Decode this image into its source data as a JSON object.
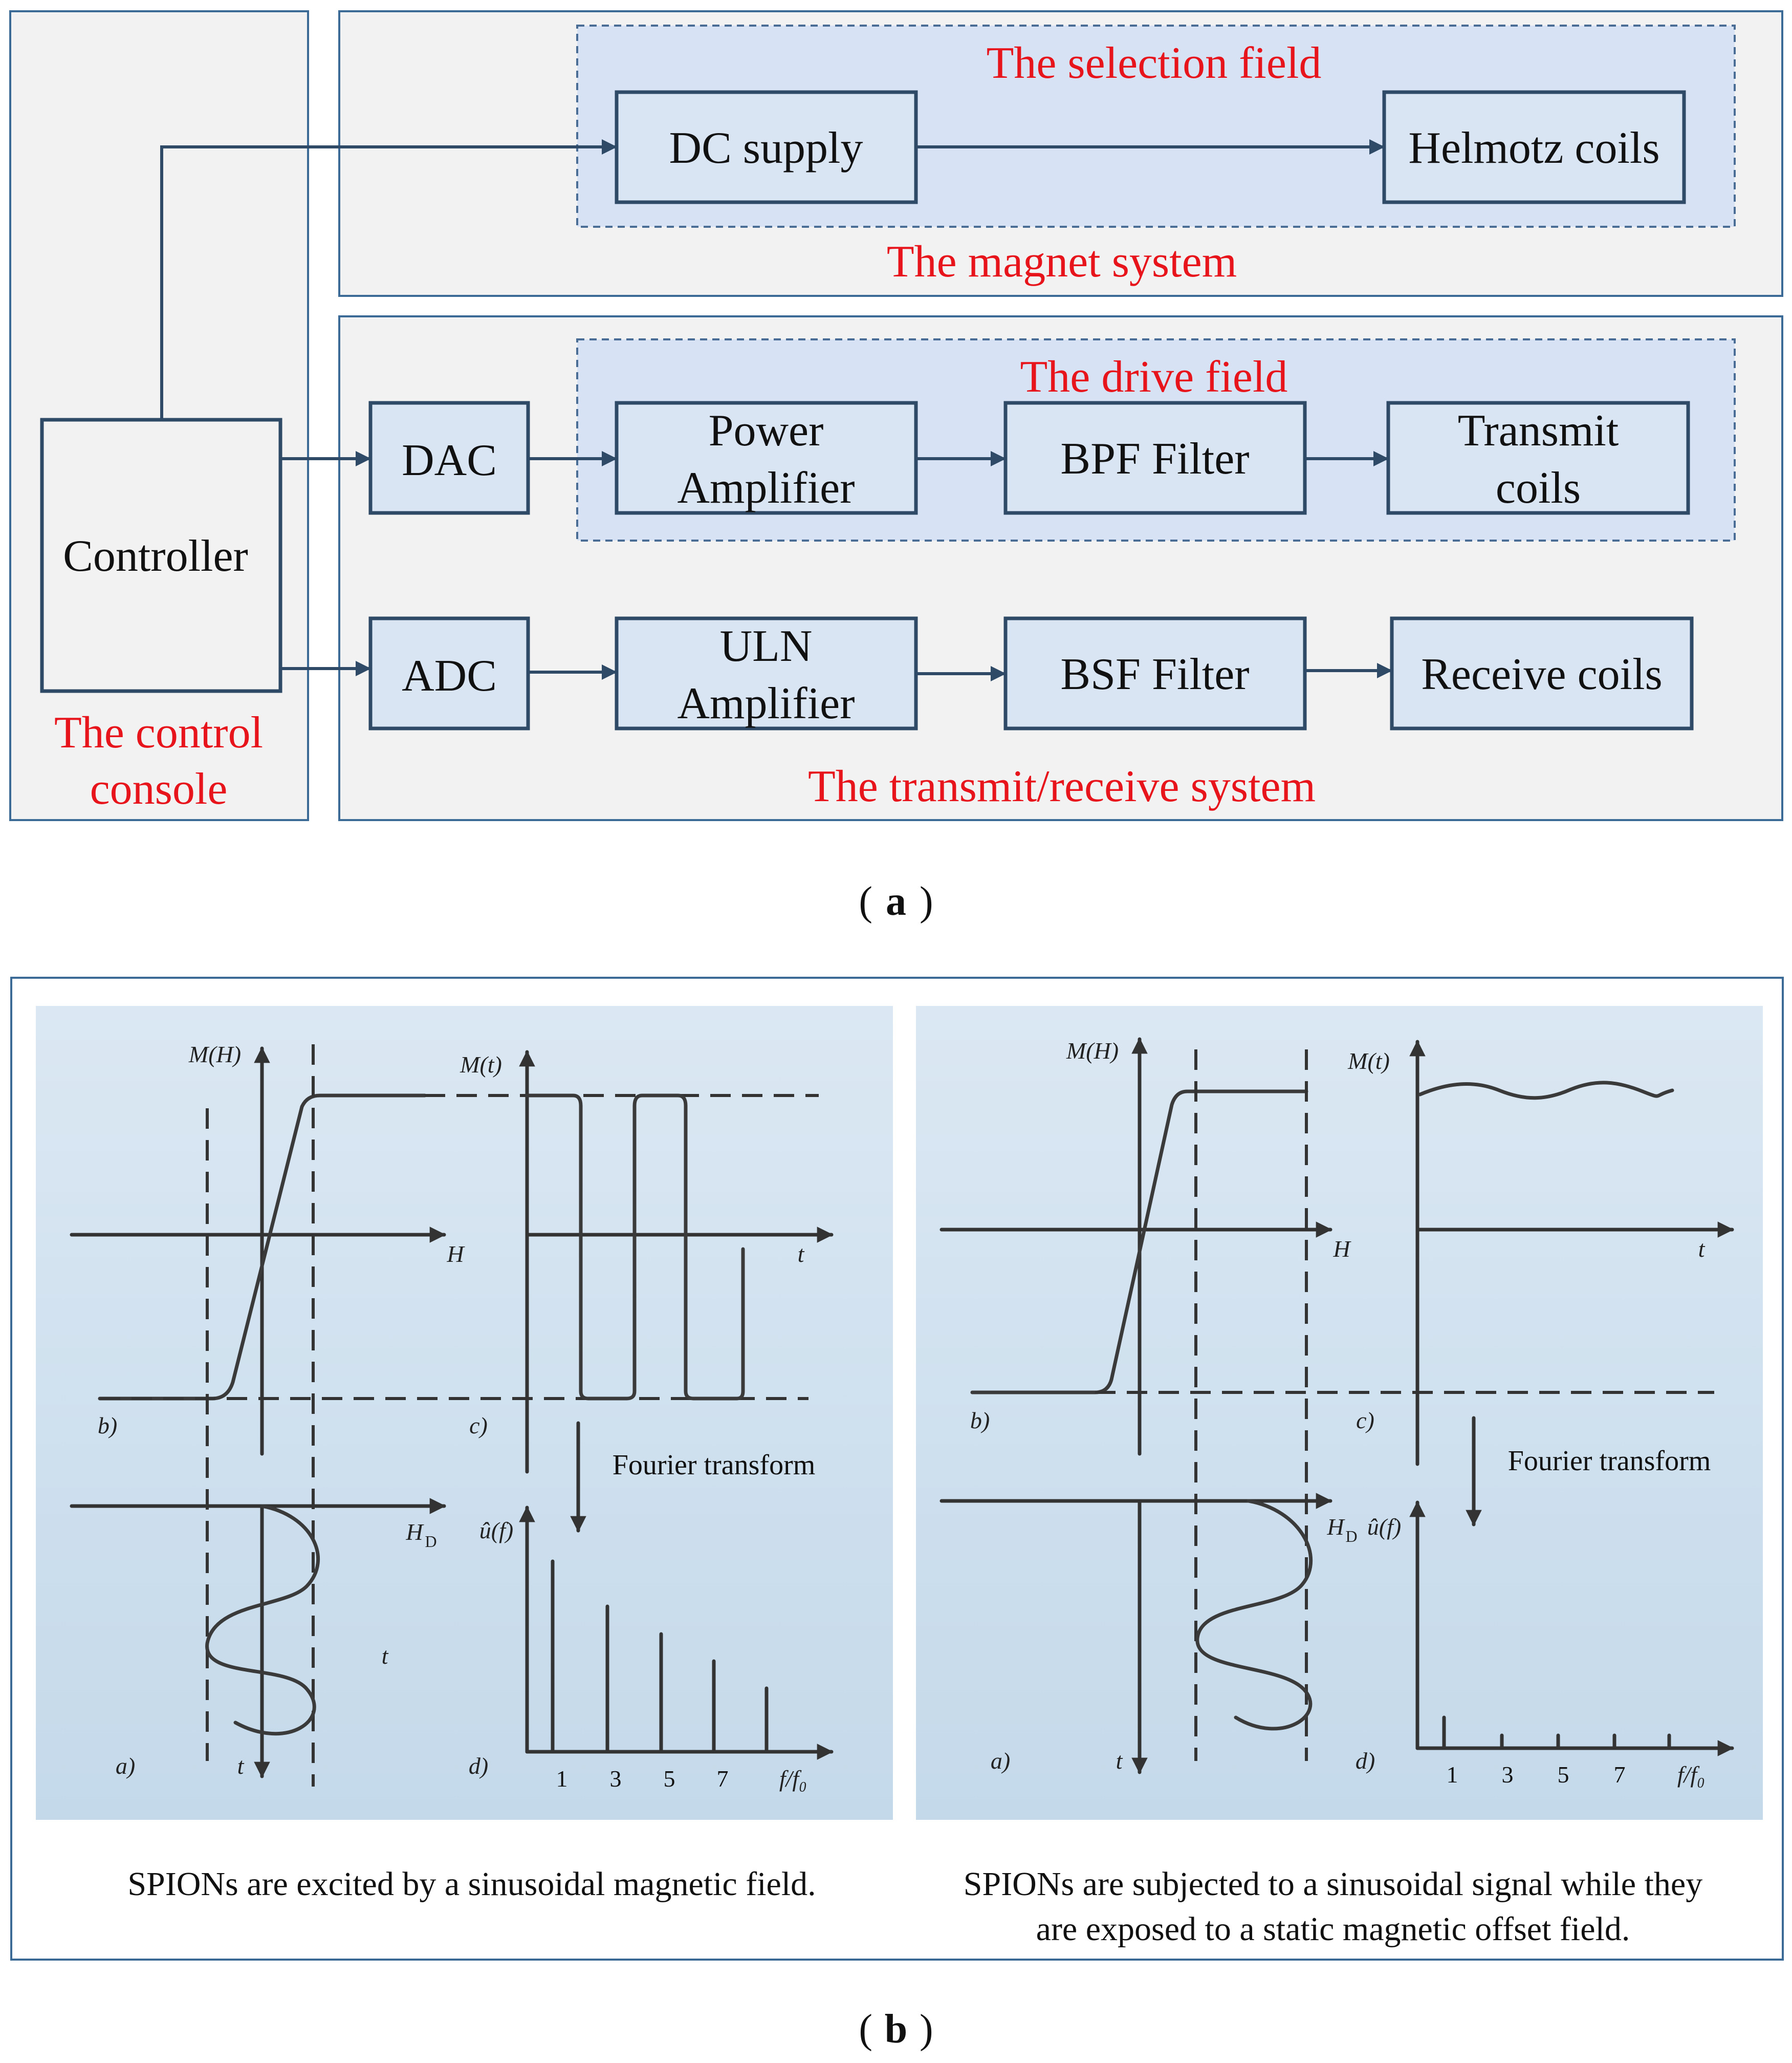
{
  "figure_a": {
    "caption_letter": "a",
    "control_console": {
      "label_line1": "The control",
      "label_line2": "console",
      "controller_label": "Controller"
    },
    "magnet_system": {
      "label": "The magnet system",
      "selection_field": {
        "label": "The selection field",
        "dc_supply": "DC supply",
        "helmotz_coils": "Helmotz coils"
      }
    },
    "transmit_receive_system": {
      "label": "The transmit/receive system",
      "drive_field": {
        "label": "The drive field",
        "power_amplifier_line1": "Power",
        "power_amplifier_line2": "Amplifier",
        "bpf_filter": "BPF Filter",
        "transmit_coils_line1": "Transmit",
        "transmit_coils_line2": "coils"
      },
      "dac": "DAC",
      "adc": "ADC",
      "uln_amplifier_line1": "ULN",
      "uln_amplifier_line2": "Amplifier",
      "bsf_filter": "BSF Filter",
      "receive_coils": "Receive coils"
    }
  },
  "figure_b": {
    "caption_letter": "b",
    "left_panel": {
      "caption": "SPIONs are excited by a sinusoidal magnetic field.",
      "label_MH": "M(H)",
      "label_H": "H",
      "label_Mt": "M(t)",
      "label_t_c": "t",
      "label_b": "b)",
      "label_c": "c)",
      "fourier": "Fourier transform",
      "label_HD": "H",
      "label_HD_sub": "D",
      "label_uf": "û(f)",
      "label_t_a": "t",
      "label_t_mid": "t",
      "label_a": "a)",
      "label_d": "d)",
      "ticks": [
        "1",
        "3",
        "5",
        "7"
      ],
      "label_ff0": "f/f₀"
    },
    "right_panel": {
      "caption_line1": "SPIONs are subjected to a sinusoidal signal while they",
      "caption_line2": "are exposed to a static magnetic offset field.",
      "label_MH": "M(H)",
      "label_H": "H",
      "label_Mt": "M(t)",
      "label_t_c": "t",
      "label_b": "b)",
      "label_c": "c)",
      "fourier": "Fourier transform",
      "label_HD": "H",
      "label_HD_sub": "D",
      "label_uf": "û(f)",
      "label_t_a": "t",
      "label_a": "a)",
      "label_d": "d)",
      "ticks": [
        "1",
        "3",
        "5",
        "7"
      ],
      "label_ff0": "f/f₀"
    }
  }
}
